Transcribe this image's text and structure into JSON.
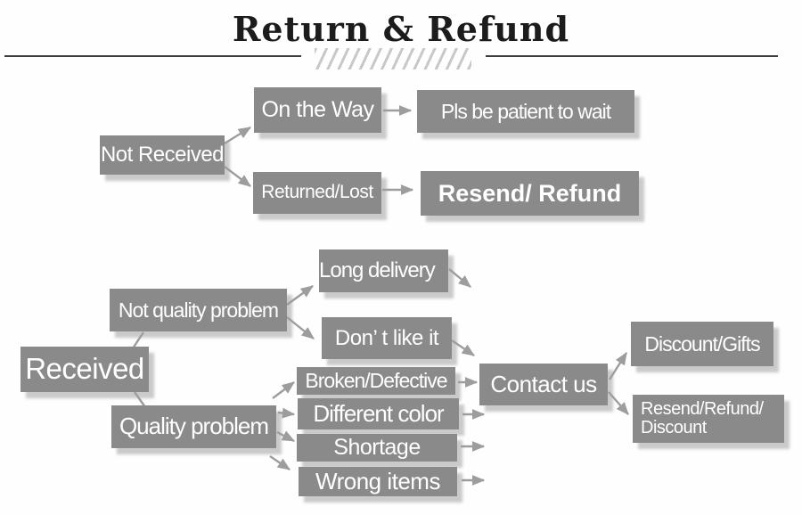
{
  "title": {
    "text": "Return & Refund"
  },
  "colors": {
    "node_fill": "#8a8a8a",
    "node_text": "#ffffff",
    "arrow": "#9d9d9d",
    "shadow": "#c9c9c9",
    "title_text": "#1c1c1c",
    "rule": "#3c3c3c",
    "hatch": "#c8c8c8",
    "background": "#fefefe"
  },
  "nodes": {
    "not_received": "Not Received",
    "on_the_way": "On the Way",
    "pls_be_patient": "Pls be patient to wait",
    "returned_lost": "Returned/Lost",
    "resend_refund": "Resend/ Refund",
    "received": "Received",
    "not_quality_problem": "Not quality problem",
    "long_delivery": "Long delivery",
    "dont_like_it": "Don’ t like it",
    "quality_problem": "Quality problem",
    "broken_defective": "Broken/Defective",
    "different_color": "Different color",
    "shortage": "Shortage",
    "wrong_items": "Wrong items",
    "contact_us": "Contact us",
    "discount_gifts": "Discount/Gifts",
    "resend_refund_discount_line1": "Resend/Refund/",
    "resend_refund_discount_line2": "Discount"
  }
}
